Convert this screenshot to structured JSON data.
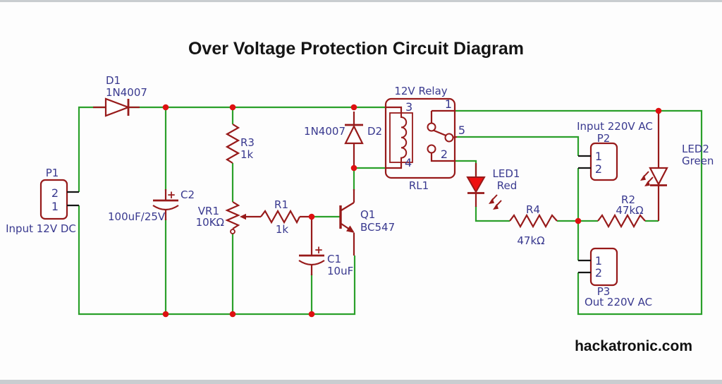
{
  "title": "Over Voltage Protection Circuit Diagram",
  "watermark": "hackatronic.com",
  "colors": {
    "wire": "#2BA02B",
    "component": "#971A1A",
    "junction": "#DD1111",
    "label": "#39398F",
    "led_red": "#EE1111"
  },
  "components": {
    "d1": {
      "ref": "D1",
      "part": "1N4007"
    },
    "d2": {
      "ref": "D2",
      "part": "1N4007"
    },
    "p1": {
      "ref": "P1",
      "pin_top": "2",
      "pin_bottom": "1",
      "caption": "Input 12V DC"
    },
    "c2": {
      "ref": "C2",
      "value": "100uF/25V",
      "plus": "+"
    },
    "r3": {
      "ref": "R3",
      "value": "1k"
    },
    "vr1": {
      "ref": "VR1",
      "value": "10KΩ"
    },
    "r1": {
      "ref": "R1",
      "value": "1k"
    },
    "c1": {
      "ref": "C1",
      "value": "10uF",
      "plus": "+"
    },
    "q1": {
      "ref": "Q1",
      "part": "BC547"
    },
    "relay": {
      "caption": "12V Relay",
      "ref": "RL1",
      "pin1": "1",
      "pin2": "2",
      "pin3": "3",
      "pin4": "4",
      "pin5": "5"
    },
    "led1": {
      "ref": "LED1",
      "color": "Red"
    },
    "led2": {
      "ref": "LED2",
      "color": "Green"
    },
    "r4": {
      "ref": "R4",
      "value": "47kΩ"
    },
    "r2": {
      "ref": "R2",
      "value": "47kΩ"
    },
    "p2": {
      "ref": "P2",
      "caption": "Input 220V AC",
      "pin_top": "1",
      "pin_bottom": "2"
    },
    "p3": {
      "ref": "P3",
      "caption": "Out 220V AC",
      "pin_top": "1",
      "pin_bottom": "2"
    }
  }
}
